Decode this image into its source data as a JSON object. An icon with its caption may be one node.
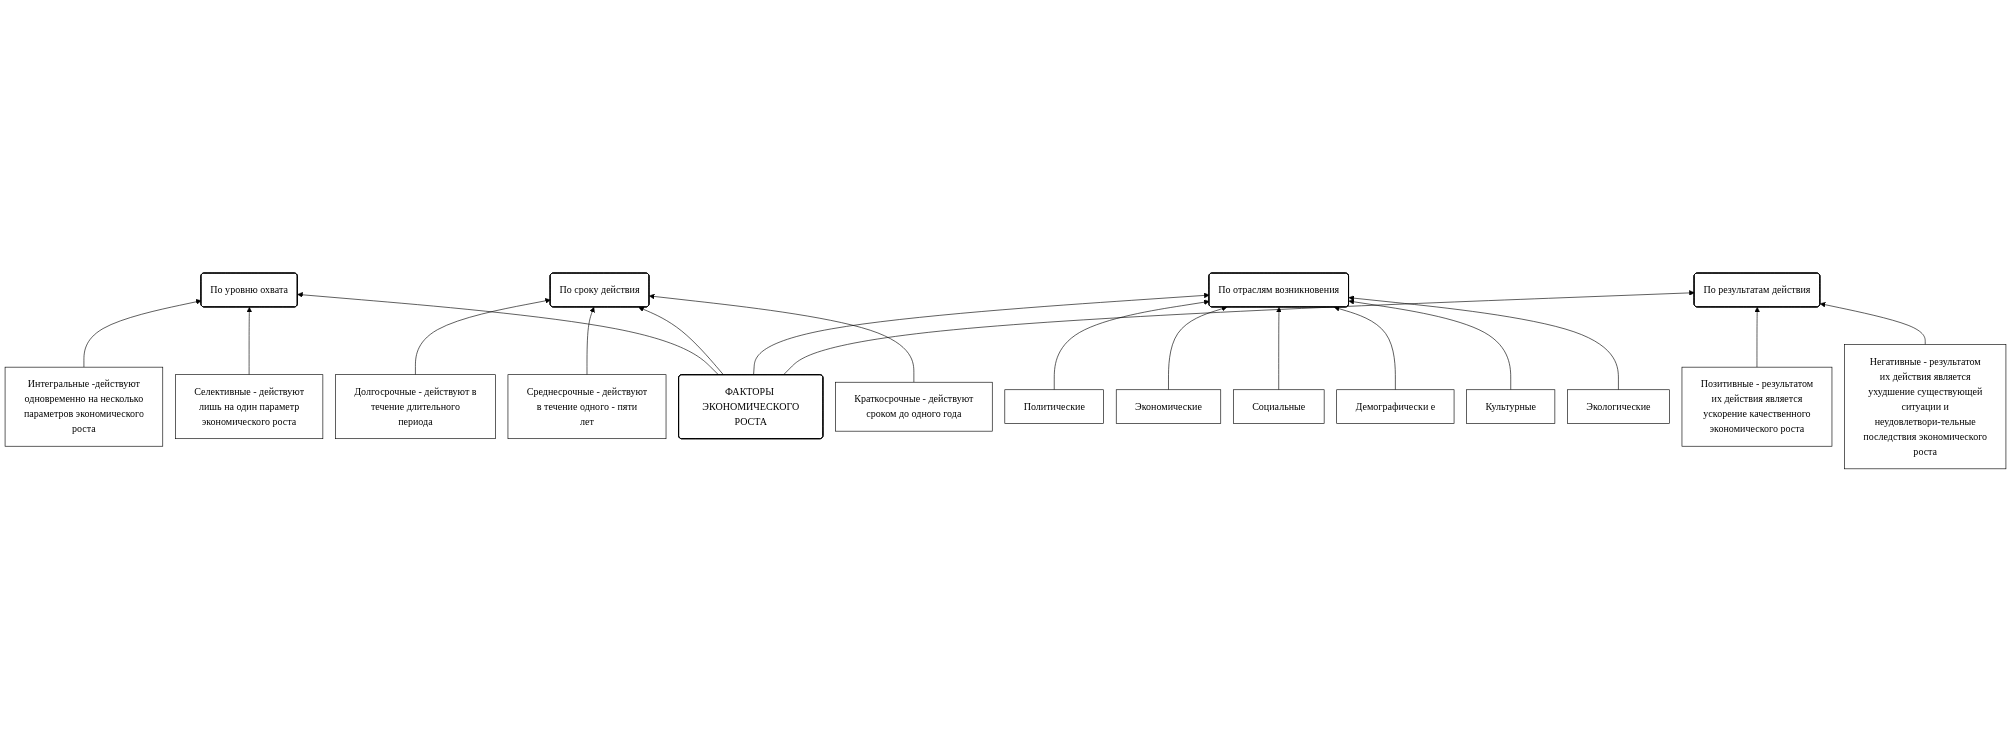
{
  "diagram": {
    "nodes": [
      {
        "text": [
          "ФАКТОРЫ ЭКОНОМИЧЕСКОГО РОСТА"
        ]
      },
      {
        "text": [
          "По уровню охвата"
        ]
      },
      {
        "text": [
          "Интегральные -действуют одновременно на несколько параметров экономического роста"
        ]
      },
      {
        "text": [
          "Селективные - действуют лишь на один параметр экономического роста"
        ]
      },
      {
        "text": [
          "По сроку действия"
        ]
      },
      {
        "text": [
          "Долгосрочные - действуют в течение длительного периода"
        ]
      },
      {
        "text": [
          "Среднесрочные - действуют в течение одного - пяти лет"
        ]
      },
      {
        "text": [
          "Краткосрочные - действуют сроком до одного года"
        ]
      },
      {
        "text": [
          "По отраслям возникновения"
        ]
      },
      {
        "text": [
          "Политические"
        ]
      },
      {
        "text": [
          "Экономические"
        ]
      },
      {
        "text": [
          "Социальные"
        ]
      },
      {
        "text": [
          "Демографически е"
        ]
      },
      {
        "text": [
          "Культурные"
        ]
      },
      {
        "text": [
          "Экологические"
        ]
      },
      {
        "text": [
          "По результатам действия"
        ]
      },
      {
        "text": [
          "Позитивные - результатом их действия является ускорение качественного экономического роста"
        ]
      },
      {
        "text": [
          "Негативные - результатом их действия является ухудшение существующей ситуации и неудовлетвори-тельные последствия экономического роста"
        ]
      }
    ],
    "edges": [
      {
        "from": 0,
        "to": 1,
        "arrow": "to"
      },
      {
        "from": 0,
        "to": 4,
        "arrow": "to"
      },
      {
        "from": 0,
        "to": 8,
        "arrow": "to"
      },
      {
        "from": 0,
        "to": 15,
        "arrow": "to"
      },
      {
        "from": 2,
        "to": 1,
        "arrow": "to"
      },
      {
        "from": 3,
        "to": 1,
        "arrow": "to"
      },
      {
        "from": 5,
        "to": 4,
        "arrow": "to"
      },
      {
        "from": 6,
        "to": 4,
        "arrow": "to"
      },
      {
        "from": 7,
        "to": 4,
        "arrow": "to"
      },
      {
        "from": 9,
        "to": 8,
        "arrow": "to"
      },
      {
        "from": 10,
        "to": 8,
        "arrow": "to"
      },
      {
        "from": 11,
        "to": 8,
        "arrow": "to"
      },
      {
        "from": 12,
        "to": 8,
        "arrow": "to"
      },
      {
        "from": 13,
        "to": 8,
        "arrow": "to"
      },
      {
        "from": 14,
        "to": 8,
        "arrow": "to"
      },
      {
        "from": 16,
        "to": 15,
        "arrow": "to"
      },
      {
        "from": 17,
        "to": 15,
        "arrow": "to"
      }
    ]
  }
}
